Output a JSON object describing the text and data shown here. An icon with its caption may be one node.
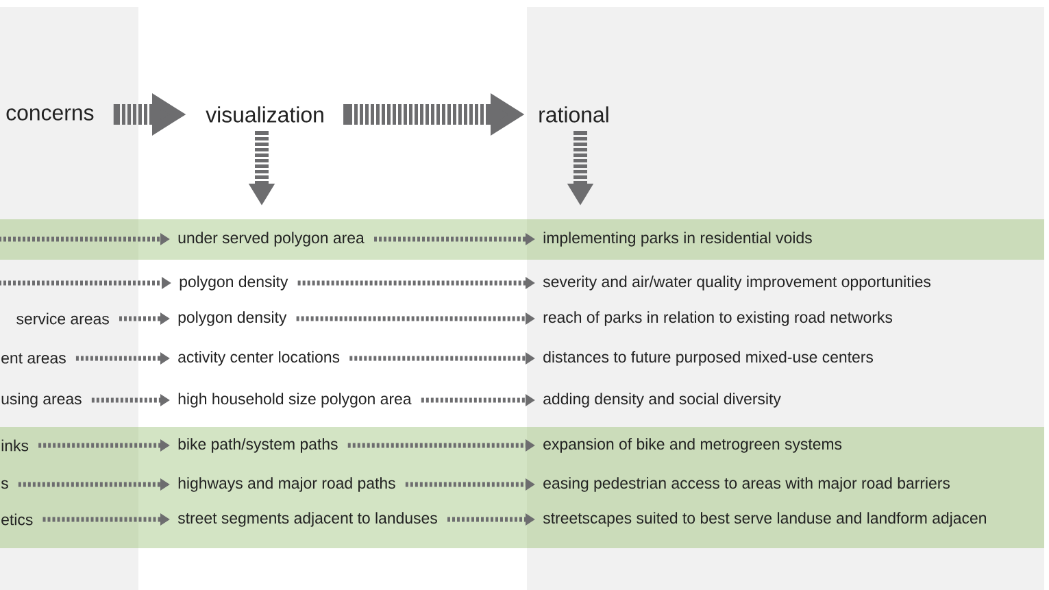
{
  "diagram": {
    "nodes": [
      {
        "text": [
          "concerns"
        ]
      },
      {
        "text": [
          "visualization"
        ]
      },
      {
        "text": [
          "rational"
        ]
      },
      {
        "text": [
          "under served polygon area"
        ]
      },
      {
        "text": [
          "implementing parks in residential voids"
        ]
      },
      {
        "text": [
          "polygon density"
        ]
      },
      {
        "text": [
          "severity and air/water quality improvement opportunities"
        ]
      },
      {
        "text": [
          "service areas"
        ]
      },
      {
        "text": [
          "polygon density"
        ]
      },
      {
        "text": [
          "reach of parks in relation to existing road networks"
        ]
      },
      {
        "text": [
          "ent areas"
        ]
      },
      {
        "text": [
          "activity center locations"
        ]
      },
      {
        "text": [
          "distances to future purposed mixed-use centers"
        ]
      },
      {
        "text": [
          "using areas"
        ]
      },
      {
        "text": [
          "high household size polygon area"
        ]
      },
      {
        "text": [
          "adding density and social diversity"
        ]
      },
      {
        "text": [
          "inks"
        ]
      },
      {
        "text": [
          "bike path/system paths"
        ]
      },
      {
        "text": [
          "expansion of bike and metrogreen systems"
        ]
      },
      {
        "text": [
          "s"
        ]
      },
      {
        "text": [
          "highways and major road paths"
        ]
      },
      {
        "text": [
          "easing pedestrian access to areas with major road barriers"
        ]
      },
      {
        "text": [
          "etics"
        ]
      },
      {
        "text": [
          "street segments adjacent to landuses"
        ]
      },
      {
        "text": [
          "streetscapes suited to best serve landuse and landform adjacen"
        ]
      }
    ],
    "edges": [
      {
        "from": 0,
        "to": 1,
        "arrow": "to",
        "style": "thick"
      },
      {
        "from": 1,
        "to": 2,
        "arrow": "to",
        "style": "thick"
      },
      {
        "from": 1,
        "to": null,
        "arrow": "to",
        "style": "thick"
      },
      {
        "from": 2,
        "to": null,
        "arrow": "to",
        "style": "thick"
      },
      {
        "from": null,
        "to": 3,
        "arrow": "to",
        "style": "dashed"
      },
      {
        "from": 3,
        "to": 4,
        "arrow": "to",
        "style": "dashed"
      },
      {
        "from": null,
        "to": 5,
        "arrow": "to",
        "style": "dashed"
      },
      {
        "from": 5,
        "to": 6,
        "arrow": "to",
        "style": "dashed"
      },
      {
        "from": 7,
        "to": 8,
        "arrow": "to",
        "style": "dashed"
      },
      {
        "from": 8,
        "to": 9,
        "arrow": "to",
        "style": "dashed"
      },
      {
        "from": 10,
        "to": 11,
        "arrow": "to",
        "style": "dashed"
      },
      {
        "from": 11,
        "to": 12,
        "arrow": "to",
        "style": "dashed"
      },
      {
        "from": 13,
        "to": 14,
        "arrow": "to",
        "style": "dashed"
      },
      {
        "from": 14,
        "to": 15,
        "arrow": "to",
        "style": "dashed"
      },
      {
        "from": 16,
        "to": 17,
        "arrow": "to",
        "style": "dashed"
      },
      {
        "from": 17,
        "to": 18,
        "arrow": "to",
        "style": "dashed"
      },
      {
        "from": 19,
        "to": 20,
        "arrow": "to",
        "style": "dashed"
      },
      {
        "from": 20,
        "to": 21,
        "arrow": "to",
        "style": "dashed"
      },
      {
        "from": 22,
        "to": 23,
        "arrow": "to",
        "style": "dashed"
      },
      {
        "from": 23,
        "to": 24,
        "arrow": "to",
        "style": "dashed"
      }
    ]
  }
}
